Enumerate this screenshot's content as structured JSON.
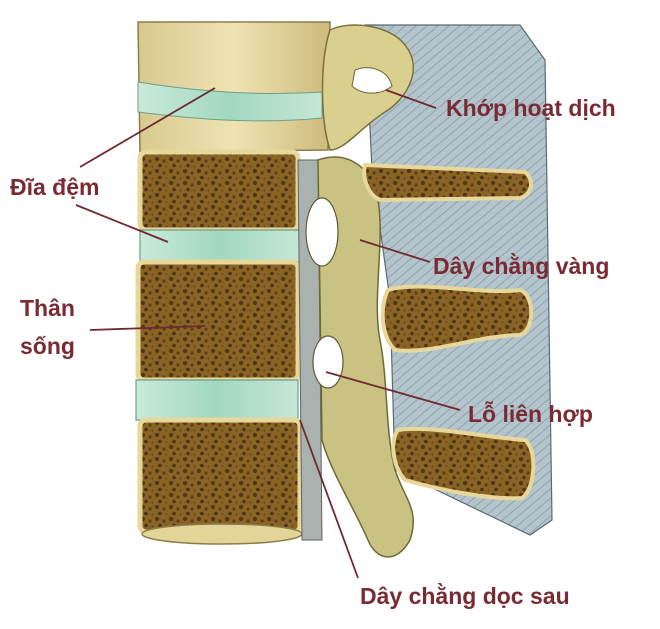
{
  "labels": {
    "synovial_joint": "Khớp hoạt dịch",
    "disc": "Đĩa đệm",
    "ligamentum_flavum": "Dây chằng vàng",
    "vertebral_body_line1": "Thân",
    "vertebral_body_line2": "sống",
    "foramen": "Lỗ liên hợp",
    "posterior_ligament": "Dây chằng dọc sau"
  },
  "colors": {
    "label_text": "#7a2a32",
    "leader_line": "#6e2a30",
    "bone_fill": "#8a6424",
    "bone_rim": "#e8d79a",
    "disc": "#a9dcc4",
    "soft_tissue": "#b9c8cf"
  }
}
